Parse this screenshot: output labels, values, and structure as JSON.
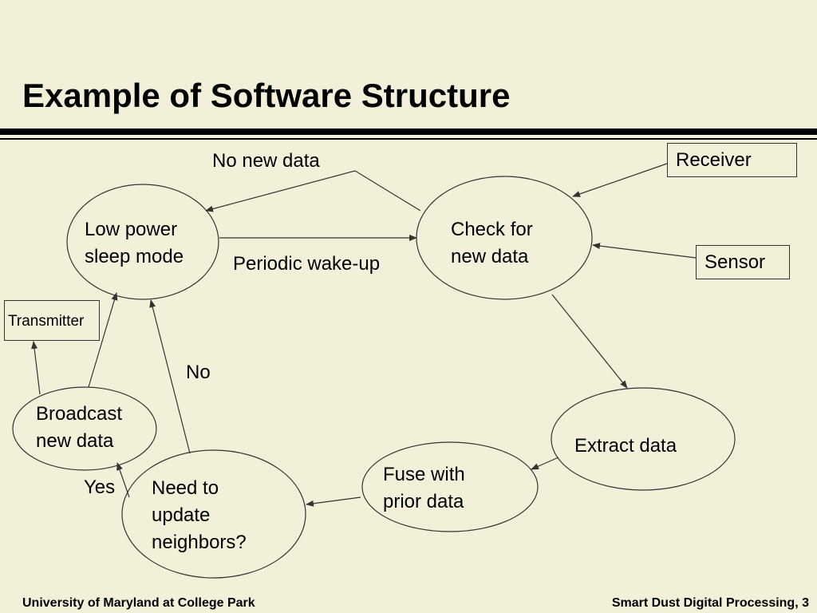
{
  "slide": {
    "title": "Example of Software Structure",
    "footer_left": "University of Maryland at College Park",
    "footer_right": "Smart Dust Digital Processing, 3"
  },
  "diagram": {
    "nodes": {
      "low_power": [
        "Low power",
        "sleep mode"
      ],
      "check": [
        "Check for",
        "new data"
      ],
      "extract": [
        "Extract data"
      ],
      "fuse": [
        "Fuse with",
        "prior data"
      ],
      "need_update": [
        "Need to",
        "update",
        "neighbors?"
      ],
      "broadcast": [
        "Broadcast",
        "new data"
      ]
    },
    "boxes": {
      "receiver": "Receiver",
      "sensor": "Sensor",
      "transmitter": "Transmitter"
    },
    "edge_labels": {
      "no_new_data": "No new data",
      "periodic": "Periodic wake-up",
      "no": "No",
      "yes": "Yes"
    }
  },
  "colors": {
    "background": "#F3F0DA",
    "line": "#333333",
    "text": "#000000"
  }
}
